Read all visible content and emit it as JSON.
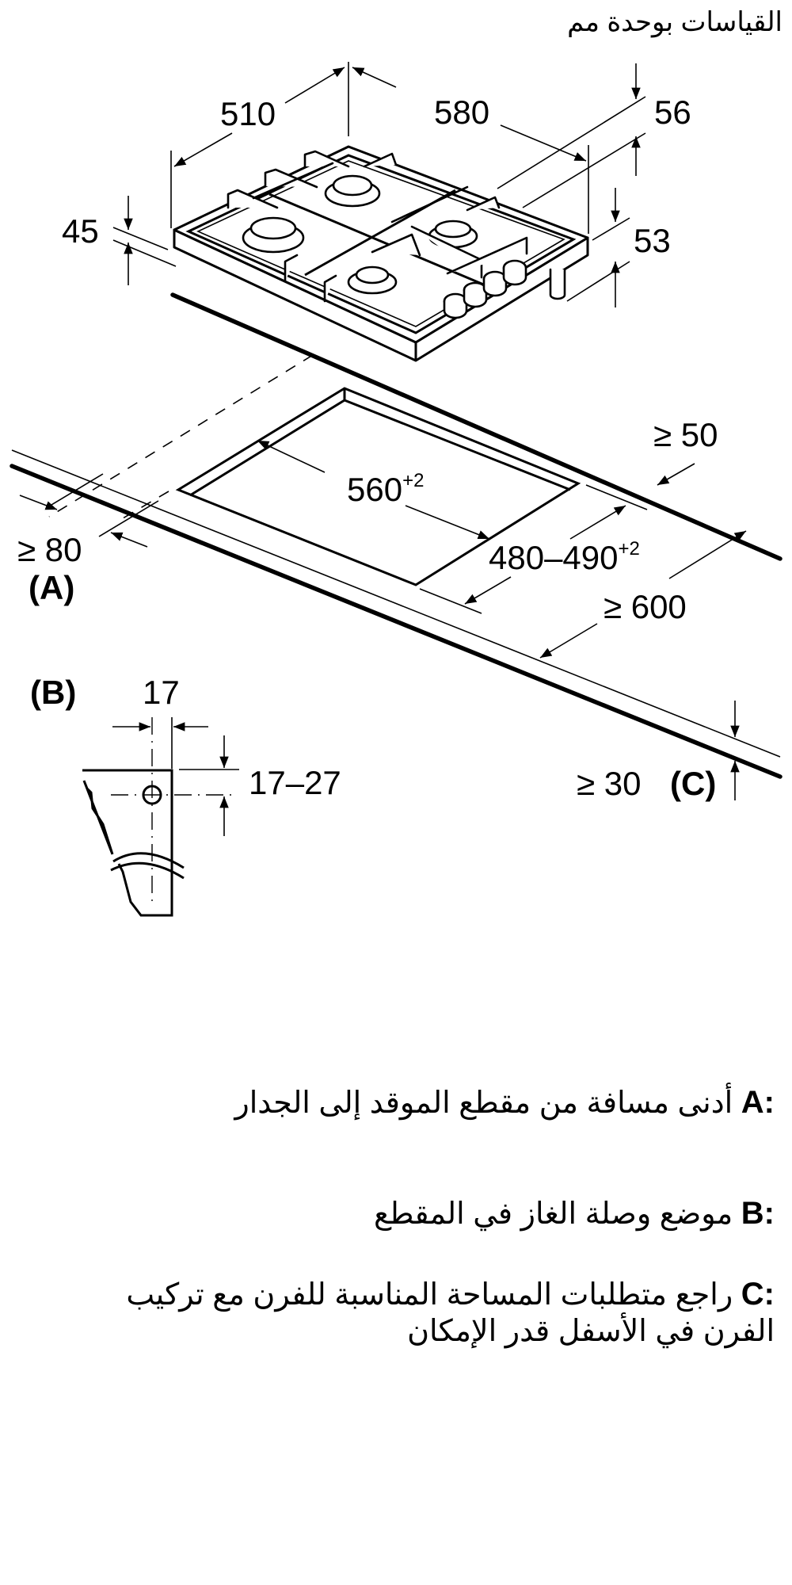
{
  "header": {
    "unit_note": "القياسات بوحدة مم"
  },
  "hob_dimensions": {
    "depth": "510",
    "width": "580",
    "top_height": "56",
    "body_height": "53",
    "side_height": "45"
  },
  "cutout_dimensions": {
    "width": "560",
    "width_tolerance": "+2",
    "depth": "480–490",
    "depth_tolerance": "+2",
    "rear_clearance": "≥ 50",
    "countertop_depth": "≥ 600",
    "side_clearance": "≥ 80",
    "side_clearance_label": "(A)",
    "bottom_clearance": "≥ 30",
    "bottom_clearance_label": "(C)"
  },
  "detail_b": {
    "label": "(B)",
    "horizontal": "17",
    "vertical": "17–27"
  },
  "legend": [
    {
      "key": "A:",
      "text": "أدنى مسافة من مقطع الموقد إلى الجدار"
    },
    {
      "key": "B:",
      "text": "موضع وصلة الغاز في المقطع"
    },
    {
      "key": "C:",
      "text": "راجع متطلبات المساحة المناسبة للفرن مع تركيب الفرن في الأسفل قدر الإمكان"
    }
  ]
}
